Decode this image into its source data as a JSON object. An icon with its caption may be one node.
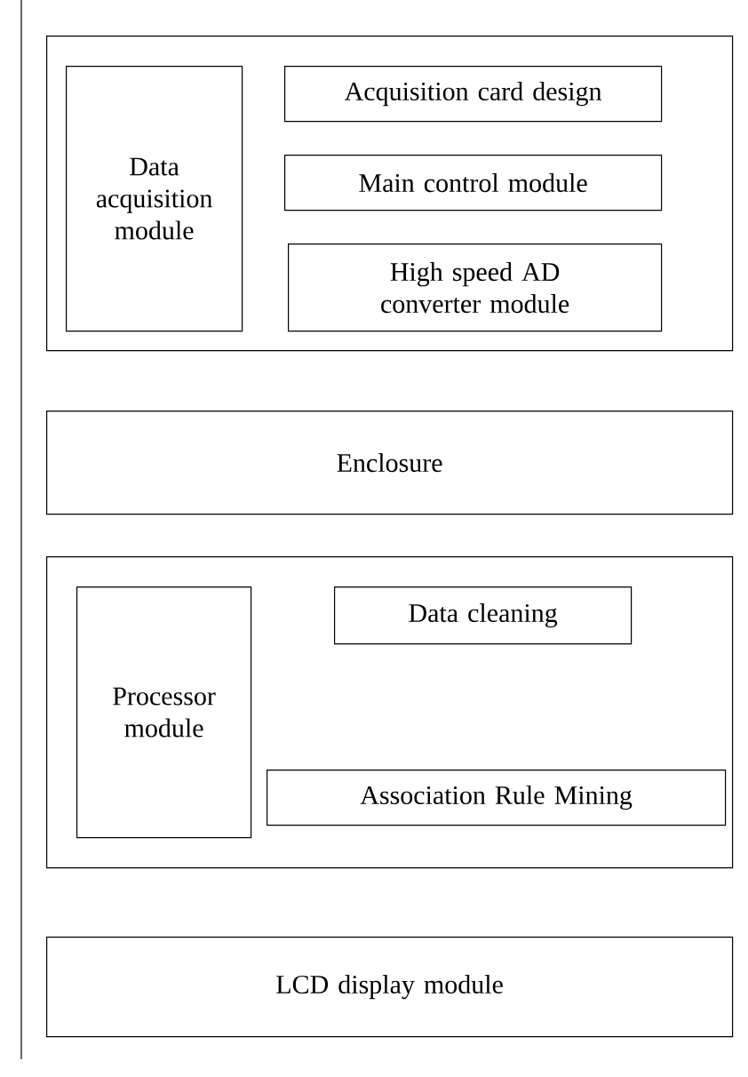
{
  "diagram": {
    "nodes": [
      {
        "text": [],
        "shape": "box"
      },
      {
        "text": [
          "Data acquisition module"
        ],
        "in": 0
      },
      {
        "text": [
          "Acquisition card design"
        ],
        "in": 0
      },
      {
        "text": [
          "Main control module"
        ],
        "in": 0
      },
      {
        "text": [
          "High speed AD converter module"
        ],
        "in": 0
      },
      {
        "text": [
          "Enclosure"
        ]
      },
      {
        "text": [],
        "shape": "box"
      },
      {
        "text": [
          "Processor module"
        ],
        "in": 6
      },
      {
        "text": [
          "Data cleaning"
        ],
        "in": 6
      },
      {
        "text": [
          "Association Rule Mining"
        ],
        "in": 6
      },
      {
        "text": [
          "LCD display module"
        ]
      }
    ]
  }
}
